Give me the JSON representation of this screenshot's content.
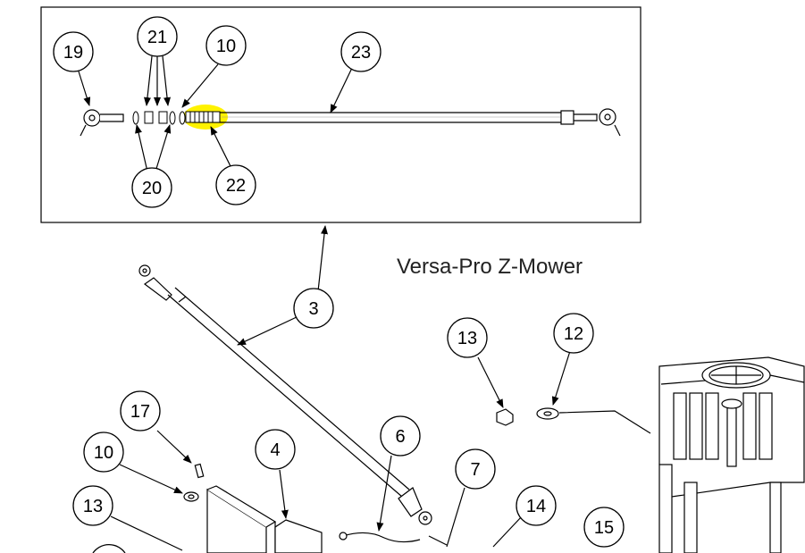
{
  "diagram": {
    "title": "Versa-Pro Z-Mower",
    "highlight_color": "#fff200",
    "callouts": {
      "c19": "19",
      "c21": "21",
      "c10a": "10",
      "c23": "23",
      "c20": "20",
      "c22": "22",
      "c3": "3",
      "c13a": "13",
      "c12": "12",
      "c17": "17",
      "c10b": "10",
      "c6": "6",
      "c4": "4",
      "c7": "7",
      "c13b": "13",
      "c14": "14",
      "c15": "15"
    }
  }
}
